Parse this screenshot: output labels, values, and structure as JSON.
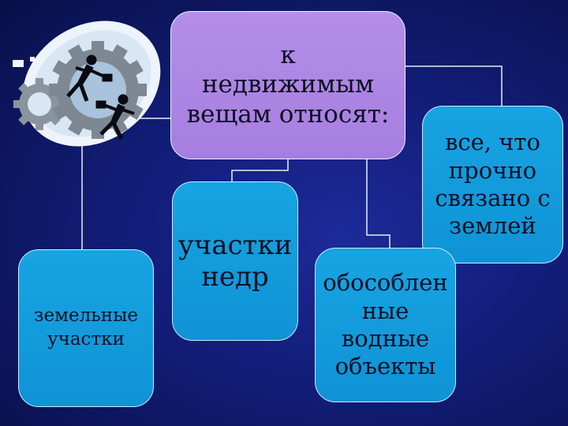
{
  "root": {
    "text": "к\nнедвижимым\nвещам относят:"
  },
  "items": {
    "connected_to_land": "все, что\nпрочно\nсвязано с\nземлей",
    "subsoil": "участки\nнедр",
    "land_plots": "земельные\nучастки",
    "water_objects": "обособлен\nные\nводные\nобъекты"
  },
  "colors": {
    "background": "#121d78",
    "root_fill": "#a67ee0",
    "item_fill": "#17a4e2",
    "connector": "#e8eef8",
    "text": "#0b0f22"
  },
  "clipart": {
    "icon": "gears-with-running-businessmen"
  }
}
